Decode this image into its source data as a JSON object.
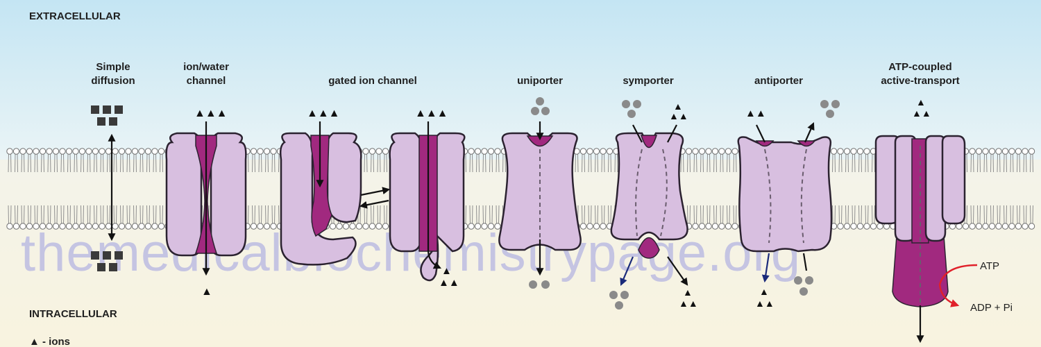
{
  "regions": {
    "top": "EXTRACELLULAR",
    "bottom": "INTRACELLULAR"
  },
  "legend": {
    "ions": "▲ - ions"
  },
  "labels": {
    "simple_diffusion": [
      "Simple",
      "diffusion"
    ],
    "ion_water_channel": [
      "ion/water",
      "channel"
    ],
    "gated_ion_channel": "gated ion channel",
    "uniporter": "uniporter",
    "symporter": "symporter",
    "antiporter": "antiporter",
    "atp_coupled": [
      "ATP-coupled",
      "active-transport"
    ]
  },
  "atp": {
    "in": "ATP",
    "out": "ADP + Pi"
  },
  "watermark": "themedicalbiochemistrypage.org",
  "colors": {
    "protein": "#d8bfe0",
    "core": "#a1297f",
    "atp_arrow": "#e0202a",
    "transport_arrow": "#1a2a7a"
  }
}
